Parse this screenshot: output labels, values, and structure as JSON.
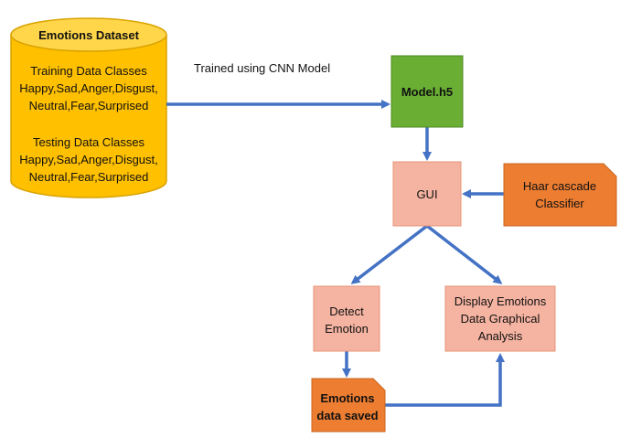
{
  "colors": {
    "cylinder": "#FFC000",
    "cylinder_stroke": "#D9A300",
    "cylinder_top": "#FFD54A",
    "model_box": "#6AAF34",
    "model_stroke": "#4F8A25",
    "light_box": "#F5B3A1",
    "light_stroke": "#E69478",
    "dark_box": "#ED7D31",
    "dark_stroke": "#C9651F",
    "arrow": "#4472C4"
  },
  "dataset": {
    "title": "Emotions Dataset",
    "training_title": "Training Data Classes",
    "training_line1": "Happy,Sad,Anger,Disgust,",
    "training_line2": "Neutral,Fear,Surprised",
    "testing_title": "Testing Data Classes",
    "testing_line1": "Happy,Sad,Anger,Disgust,",
    "testing_line2": "Neutral,Fear,Surprised"
  },
  "edge_label": "Trained using CNN Model",
  "model": {
    "label": "Model.h5"
  },
  "gui": {
    "label": "GUI"
  },
  "haar": {
    "line1": "Haar cascade",
    "line2": "Classifier"
  },
  "detect": {
    "line1": "Detect",
    "line2": "Emotion"
  },
  "display": {
    "line1": "Display Emotions",
    "line2": "Data Graphical",
    "line3": "Analysis"
  },
  "saved": {
    "line1": "Emotions",
    "line2": "data saved"
  }
}
